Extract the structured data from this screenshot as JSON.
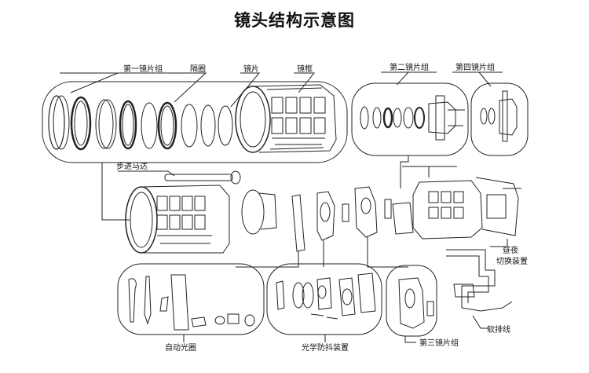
{
  "title": "镜头结构示意图",
  "labels": {
    "group1": "第一镜片组",
    "spacer": "隔圈",
    "lens": "镜片",
    "frame": "镜框",
    "group2": "第二镜片组",
    "group4": "第四镜片组",
    "stepper": "步进马达",
    "daynight_1": "昼夜",
    "daynight_2": "切换装置",
    "flex": "软排线",
    "iris": "自动光圈",
    "antishake": "光学防抖装置",
    "group3": "第三镜片组"
  }
}
